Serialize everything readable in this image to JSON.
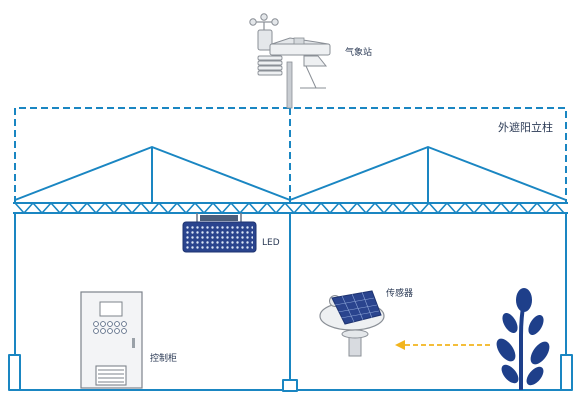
{
  "labels": {
    "weather_station": "气象站",
    "external_shade_pillar": "外遮阳立柱",
    "led": "LED",
    "sensor": "传感器",
    "control_cabinet": "控制柜"
  },
  "colors": {
    "structure": "#1a86c2",
    "dark_navy": "#1e3f8a",
    "arrow": "#f2b51e",
    "gray": "#8a8f96",
    "label_text": "#2b3a55"
  },
  "icons": [
    "weather-station-icon",
    "led-panel-icon",
    "sensor-icon",
    "control-cabinet-icon",
    "plant-icon"
  ]
}
